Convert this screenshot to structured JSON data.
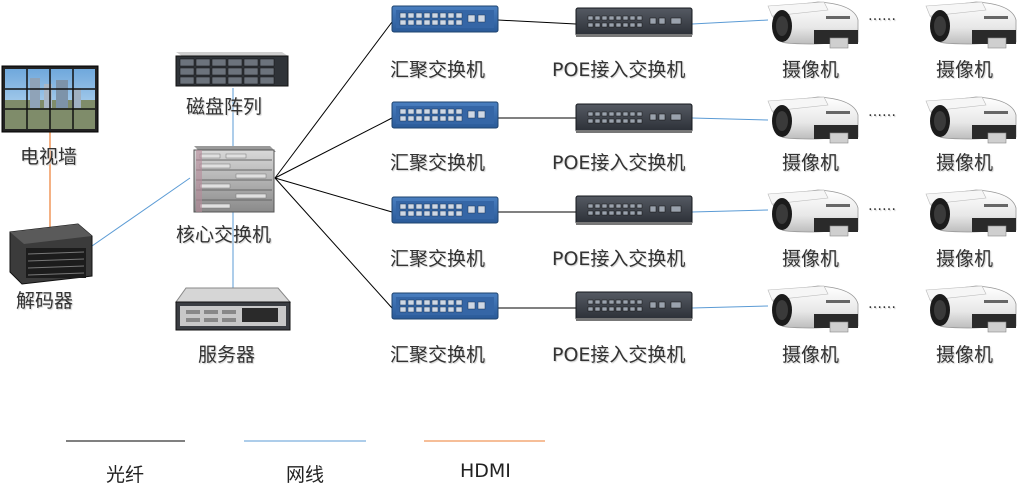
{
  "nodes": {
    "tv_wall": "电视墙",
    "decoder": "解码器",
    "disk_array": "磁盘阵列",
    "core_switch": "核心交换机",
    "server": "服务器"
  },
  "rows": [
    {
      "agg": "汇聚交换机",
      "poe": "POE接入交换机",
      "cam1": "摄像机",
      "cam2": "摄像机",
      "dots": "……"
    },
    {
      "agg": "汇聚交换机",
      "poe": "POE接入交换机",
      "cam1": "摄像机",
      "cam2": "摄像机",
      "dots": "……"
    },
    {
      "agg": "汇聚交换机",
      "poe": "POE接入交换机",
      "cam1": "摄像机",
      "cam2": "摄像机",
      "dots": "……"
    },
    {
      "agg": "汇聚交换机",
      "poe": "POE接入交换机",
      "cam1": "摄像机",
      "cam2": "摄像机",
      "dots": "……"
    }
  ],
  "legend": [
    {
      "label": "光纤",
      "color": "#000000"
    },
    {
      "label": "网线",
      "color": "#5b9bd5"
    },
    {
      "label": "HDMI",
      "color": "#ed7d31"
    }
  ]
}
